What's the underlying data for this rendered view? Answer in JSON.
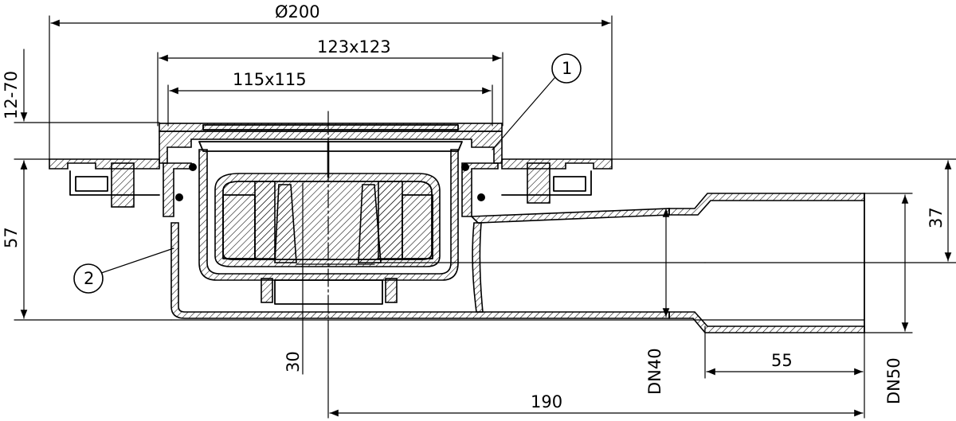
{
  "dimensions": {
    "diameter_total": "Ø200",
    "frame_outer": "123x123",
    "frame_inner": "115x115",
    "height_adjust": "12-70",
    "body_height": "57",
    "outlet_height": "37",
    "water_seal": "30",
    "outlet_dn_inner": "DN40",
    "outlet_dn_outer": "DN50",
    "socket_length": "55",
    "outlet_length": "190"
  },
  "callouts": {
    "one": "1",
    "two": "2"
  }
}
